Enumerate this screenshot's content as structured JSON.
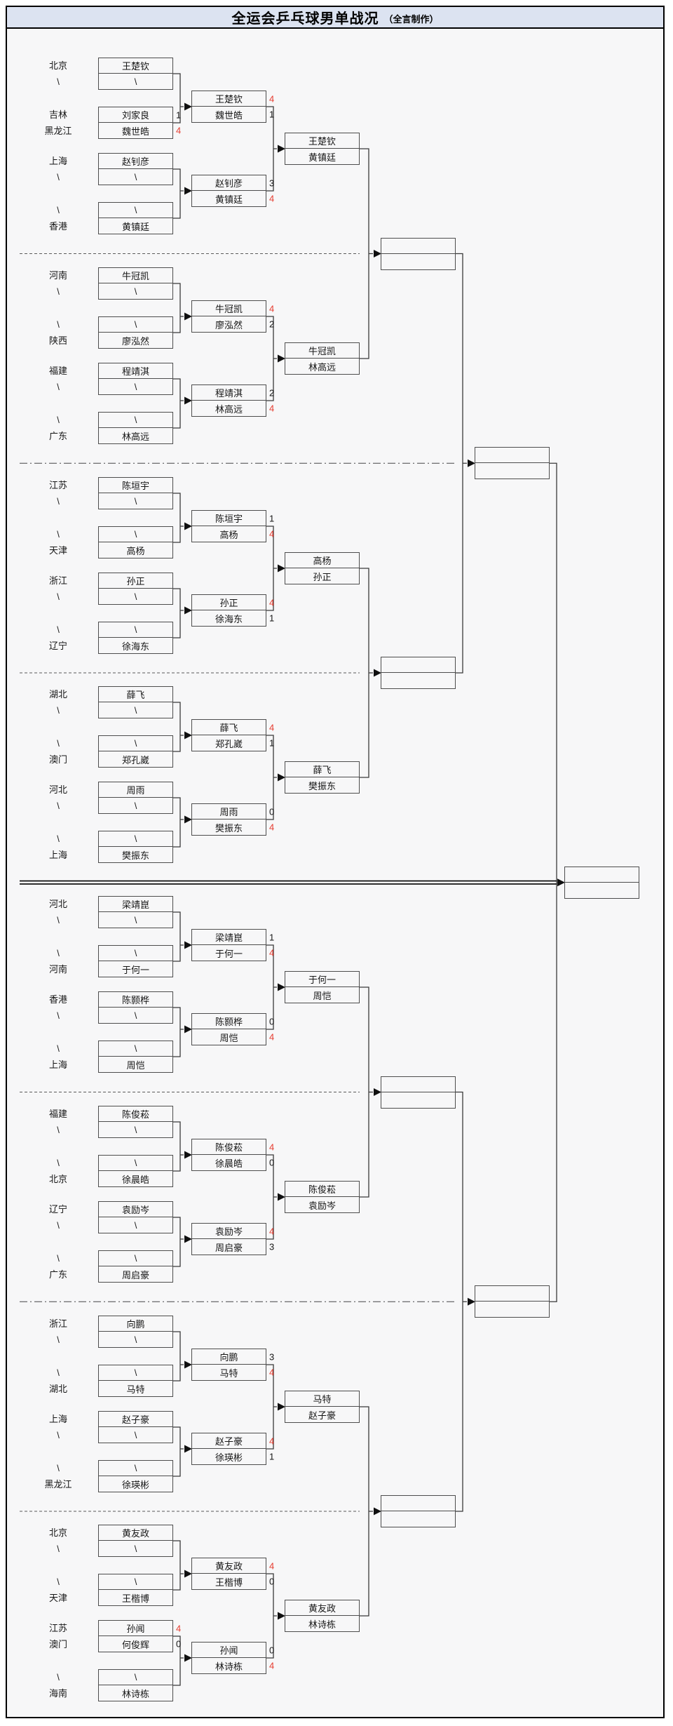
{
  "title": {
    "main": "全运会乒乓球男单战况",
    "credit": "（全言制作）"
  },
  "colors": {
    "page_bg": "#f7f7f8",
    "title_bg": "#dce3f1",
    "frame": "#000000",
    "box_border": "#4d4d4d",
    "wire": "#3a3a3a",
    "text": "#161616",
    "win_score": "#e63c2f"
  },
  "bye_symbol": "\\",
  "groups": [
    {
      "matches": [
        {
          "pairs": [
            {
              "labels": [
                "北京",
                "\\"
              ],
              "rows": [
                {
                  "n": "王楚钦"
                },
                {
                  "n": "\\"
                }
              ]
            },
            {
              "labels": [
                "吉林",
                "黑龙江"
              ],
              "rows": [
                {
                  "n": "刘家良",
                  "s": "1"
                },
                {
                  "n": "魏世皓",
                  "s": "4",
                  "w": true
                }
              ]
            }
          ],
          "winner_box": [
            {
              "n": "王楚钦",
              "s": "4",
              "w": true
            },
            {
              "n": "魏世皓",
              "s": "1"
            }
          ]
        },
        {
          "pairs": [
            {
              "labels": [
                "上海",
                "\\"
              ],
              "rows": [
                {
                  "n": "赵钊彦"
                },
                {
                  "n": "\\"
                }
              ]
            },
            {
              "labels": [
                "\\",
                "香港"
              ],
              "rows": [
                {
                  "n": "\\"
                },
                {
                  "n": "黄镇廷"
                }
              ]
            }
          ],
          "winner_box": [
            {
              "n": "赵钊彦",
              "s": "3"
            },
            {
              "n": "黄镇廷",
              "s": "4",
              "w": true
            }
          ]
        }
      ],
      "qualifier_box": [
        "王楚钦",
        "黄镇廷"
      ]
    },
    {
      "matches": [
        {
          "pairs": [
            {
              "labels": [
                "河南",
                "\\"
              ],
              "rows": [
                {
                  "n": "牛冠凯"
                },
                {
                  "n": "\\"
                }
              ]
            },
            {
              "labels": [
                "\\",
                "陕西"
              ],
              "rows": [
                {
                  "n": "\\"
                },
                {
                  "n": "廖泓然"
                }
              ]
            }
          ],
          "winner_box": [
            {
              "n": "牛冠凯",
              "s": "4",
              "w": true
            },
            {
              "n": "廖泓然",
              "s": "2"
            }
          ]
        },
        {
          "pairs": [
            {
              "labels": [
                "福建",
                "\\"
              ],
              "rows": [
                {
                  "n": "程靖淇"
                },
                {
                  "n": "\\"
                }
              ]
            },
            {
              "labels": [
                "\\",
                "广东"
              ],
              "rows": [
                {
                  "n": "\\"
                },
                {
                  "n": "林高远"
                }
              ]
            }
          ],
          "winner_box": [
            {
              "n": "程靖淇",
              "s": "2"
            },
            {
              "n": "林高远",
              "s": "4",
              "w": true
            }
          ]
        }
      ],
      "qualifier_box": [
        "牛冠凯",
        "林高远"
      ]
    },
    {
      "matches": [
        {
          "pairs": [
            {
              "labels": [
                "江苏",
                "\\"
              ],
              "rows": [
                {
                  "n": "陈垣宇"
                },
                {
                  "n": "\\"
                }
              ]
            },
            {
              "labels": [
                "\\",
                "天津"
              ],
              "rows": [
                {
                  "n": "\\"
                },
                {
                  "n": "高杨"
                }
              ]
            }
          ],
          "winner_box": [
            {
              "n": "陈垣宇",
              "s": "1"
            },
            {
              "n": "高杨",
              "s": "4",
              "w": true
            }
          ]
        },
        {
          "pairs": [
            {
              "labels": [
                "浙江",
                "\\"
              ],
              "rows": [
                {
                  "n": "孙正"
                },
                {
                  "n": "\\"
                }
              ]
            },
            {
              "labels": [
                "\\",
                "辽宁"
              ],
              "rows": [
                {
                  "n": "\\"
                },
                {
                  "n": "徐海东"
                }
              ]
            }
          ],
          "winner_box": [
            {
              "n": "孙正",
              "s": "4",
              "w": true
            },
            {
              "n": "徐海东",
              "s": "1"
            }
          ]
        }
      ],
      "qualifier_box": [
        "高杨",
        "孙正"
      ]
    },
    {
      "matches": [
        {
          "pairs": [
            {
              "labels": [
                "湖北",
                "\\"
              ],
              "rows": [
                {
                  "n": "薛飞"
                },
                {
                  "n": "\\"
                }
              ]
            },
            {
              "labels": [
                "\\",
                "澳门"
              ],
              "rows": [
                {
                  "n": "\\"
                },
                {
                  "n": "郑孔崴"
                }
              ]
            }
          ],
          "winner_box": [
            {
              "n": "薛飞",
              "s": "4",
              "w": true
            },
            {
              "n": "郑孔崴",
              "s": "1"
            }
          ]
        },
        {
          "pairs": [
            {
              "labels": [
                "河北",
                "\\"
              ],
              "rows": [
                {
                  "n": "周雨"
                },
                {
                  "n": "\\"
                }
              ]
            },
            {
              "labels": [
                "\\",
                "上海"
              ],
              "rows": [
                {
                  "n": "\\"
                },
                {
                  "n": "樊振东"
                }
              ]
            }
          ],
          "winner_box": [
            {
              "n": "周雨",
              "s": "0"
            },
            {
              "n": "樊振东",
              "s": "4",
              "w": true
            }
          ]
        }
      ],
      "qualifier_box": [
        "薛飞",
        "樊振东"
      ]
    },
    {
      "matches": [
        {
          "pairs": [
            {
              "labels": [
                "河北",
                "\\"
              ],
              "rows": [
                {
                  "n": "梁靖崑"
                },
                {
                  "n": "\\"
                }
              ]
            },
            {
              "labels": [
                "\\",
                "河南"
              ],
              "rows": [
                {
                  "n": "\\"
                },
                {
                  "n": "于何一"
                }
              ]
            }
          ],
          "winner_box": [
            {
              "n": "梁靖崑",
              "s": "1"
            },
            {
              "n": "于何一",
              "s": "4",
              "w": true
            }
          ]
        },
        {
          "pairs": [
            {
              "labels": [
                "香港",
                "\\"
              ],
              "rows": [
                {
                  "n": "陈颢桦"
                },
                {
                  "n": "\\"
                }
              ]
            },
            {
              "labels": [
                "\\",
                "上海"
              ],
              "rows": [
                {
                  "n": "\\"
                },
                {
                  "n": "周恺"
                }
              ]
            }
          ],
          "winner_box": [
            {
              "n": "陈颢桦",
              "s": "0"
            },
            {
              "n": "周恺",
              "s": "4",
              "w": true
            }
          ]
        }
      ],
      "qualifier_box": [
        "于何一",
        "周恺"
      ]
    },
    {
      "matches": [
        {
          "pairs": [
            {
              "labels": [
                "福建",
                "\\"
              ],
              "rows": [
                {
                  "n": "陈俊菘"
                },
                {
                  "n": "\\"
                }
              ]
            },
            {
              "labels": [
                "\\",
                "北京"
              ],
              "rows": [
                {
                  "n": "\\"
                },
                {
                  "n": "徐晨皓"
                }
              ]
            }
          ],
          "winner_box": [
            {
              "n": "陈俊菘",
              "s": "4",
              "w": true
            },
            {
              "n": "徐晨皓",
              "s": "0"
            }
          ]
        },
        {
          "pairs": [
            {
              "labels": [
                "辽宁",
                "\\"
              ],
              "rows": [
                {
                  "n": "袁励岑"
                },
                {
                  "n": "\\"
                }
              ]
            },
            {
              "labels": [
                "\\",
                "广东"
              ],
              "rows": [
                {
                  "n": "\\"
                },
                {
                  "n": "周启豪"
                }
              ]
            }
          ],
          "winner_box": [
            {
              "n": "袁励岑",
              "s": "4",
              "w": true
            },
            {
              "n": "周启豪",
              "s": "3"
            }
          ]
        }
      ],
      "qualifier_box": [
        "陈俊菘",
        "袁励岑"
      ]
    },
    {
      "matches": [
        {
          "pairs": [
            {
              "labels": [
                "浙江",
                "\\"
              ],
              "rows": [
                {
                  "n": "向鹏"
                },
                {
                  "n": "\\"
                }
              ]
            },
            {
              "labels": [
                "\\",
                "湖北"
              ],
              "rows": [
                {
                  "n": "\\"
                },
                {
                  "n": "马特"
                }
              ]
            }
          ],
          "winner_box": [
            {
              "n": "向鹏",
              "s": "3"
            },
            {
              "n": "马特",
              "s": "4",
              "w": true
            }
          ]
        },
        {
          "pairs": [
            {
              "labels": [
                "上海",
                "\\"
              ],
              "rows": [
                {
                  "n": "赵子豪"
                },
                {
                  "n": "\\"
                }
              ]
            },
            {
              "labels": [
                "\\",
                "黑龙江"
              ],
              "rows": [
                {
                  "n": "\\"
                },
                {
                  "n": "徐瑛彬"
                }
              ]
            }
          ],
          "winner_box": [
            {
              "n": "赵子豪",
              "s": "4",
              "w": true
            },
            {
              "n": "徐瑛彬",
              "s": "1"
            }
          ]
        }
      ],
      "qualifier_box": [
        "马特",
        "赵子豪"
      ]
    },
    {
      "matches": [
        {
          "pairs": [
            {
              "labels": [
                "北京",
                "\\"
              ],
              "rows": [
                {
                  "n": "黄友政"
                },
                {
                  "n": "\\"
                }
              ]
            },
            {
              "labels": [
                "\\",
                "天津"
              ],
              "rows": [
                {
                  "n": "\\"
                },
                {
                  "n": "王楷博"
                }
              ]
            }
          ],
          "winner_box": [
            {
              "n": "黄友政",
              "s": "4",
              "w": true
            },
            {
              "n": "王楷博",
              "s": "0"
            }
          ]
        },
        {
          "pairs": [
            {
              "labels": [
                "江苏",
                "澳门"
              ],
              "rows": [
                {
                  "n": "孙闻",
                  "s": "4",
                  "w": true
                },
                {
                  "n": "何俊辉",
                  "s": "0"
                }
              ]
            },
            {
              "labels": [
                "\\",
                "海南"
              ],
              "rows": [
                {
                  "n": "\\"
                },
                {
                  "n": "林诗栋"
                }
              ]
            }
          ],
          "winner_box": [
            {
              "n": "孙闻",
              "s": "0"
            },
            {
              "n": "林诗栋",
              "s": "4",
              "w": true
            }
          ]
        }
      ],
      "qualifier_box": [
        "黄友政",
        "林诗栋"
      ]
    }
  ],
  "later_rounds": {
    "quarterfinal_boxes": 4,
    "semifinal_boxes": 2,
    "final_boxes": 1
  }
}
